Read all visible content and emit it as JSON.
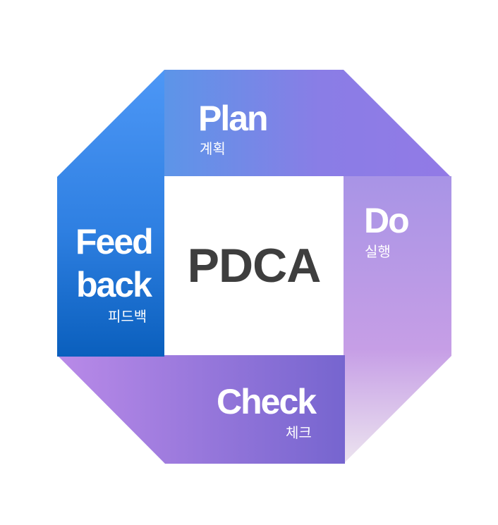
{
  "center": {
    "label": "PDCA"
  },
  "segments": {
    "plan": {
      "title": "Plan",
      "subtitle": "계획",
      "color_start": "#5e92e6",
      "color_end": "#8f7ae7"
    },
    "do": {
      "title": "Do",
      "subtitle": "실행",
      "color_start": "#a994e6",
      "color_end": "#e1d2ea"
    },
    "check": {
      "title": "Check",
      "subtitle": "체크",
      "color_start": "#b389e6",
      "color_end": "#7a6bd2"
    },
    "feedback": {
      "title_line1": "Feed",
      "title_line2": "back",
      "subtitle": "피드백",
      "color_start": "#4c95f4",
      "color_end": "#0a62c0"
    }
  }
}
